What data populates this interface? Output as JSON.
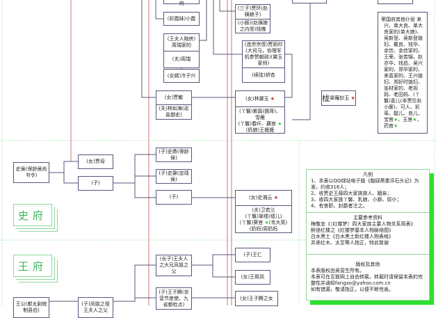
{
  "colors": {
    "pink_line": "#e0a0a8",
    "connector": "#55557a",
    "green": "#2ee02e",
    "star_red": "#c0302a",
    "star_green": "#33cc33"
  },
  "jia": {
    "top_partial": "(凡母)吉忍娘何",
    "caixia": "(彩霞妹)小霞",
    "zhourui_wife": "(王夫人陪房)周瑞家的",
    "zhourui": "(夫)周瑞",
    "leng": "(女婿)冷子兴",
    "jiamin": "(女)贾敏",
    "linruhai": "(夫)林如海(巡盐御史)",
    "jiahuan": "(三子)贾环(赵姨娘子)",
    "qianhuai": "(小厮)(赵姨娘之内侄)钱槐",
    "yucun": "(连宗宗侄)贾雨村(大司马，协理军机参赞朝政)(黛玉家师)",
    "jiaoxing": "(续弦)娇杏",
    "daiyu": "(女)林黛玉",
    "daiyu_servants_1": "(丫鬟)紫鹃(鹦哥)、雪雁",
    "daiyu_servants_2": "(丫鬟)春纤、藕官",
    "daiyu_servants_3": "(奶娘)王嬷嬷",
    "miaoyu_a": "栊",
    "miaoyu_b": "翠庵妙玉",
    "misc_title": "荣国府其他仆役",
    "misc_text": "来兴、单大良、单大良家的(单大娘)、吴新登、吴新登媳妇、戴良、钱华、余信、余信家的、王荣、张若锦、赵亦华、钱启、吴兴家的、郑华家的、来喜家的、王兴媳妇、郑好时媳妇、张材家的、老祝妈、老田妈、(丫鬟)喜儿(非贾珍处小厮)、可人、彩鸾、靛儿、良儿、",
    "misc_gs1": "宝官",
    "misc_gs2": "玉官",
    "misc_gs3": "药官"
  },
  "shi": {
    "card": "史府",
    "shihou": "史侯(保龄侯尚书令)",
    "jiamu": "(女)贾母",
    "son": "(子)",
    "shiding": "(子)史鼎(保龄侯)",
    "shinai": "(子)史鼐(忠靖侯)",
    "son2": "(子)",
    "xiangyun": "(女)史湘云",
    "xy_1": "(夫)卫若兰",
    "xy_2": "(丫鬟)翠缕(缕儿)",
    "xy_3a": "(丫鬟)葵官",
    "xy_3b": "(韦大英)",
    "xy_4": "(奶妈)周奶妈"
  },
  "wang": {
    "card": "王府",
    "wanggong": "王公(都太尉统制县伯)",
    "fengzu": "(子)凤姐之祖王夫人之父",
    "dabrother": "(长子)王夫人之大兄凤姐之父",
    "ziteng": "(子)王子腾(京营节度使、九省都检点)",
    "wangren": "(子)王仁",
    "xifeng": "(女)王熙凤",
    "ziteng_daughter": "(女)王子腾之女"
  },
  "notes": {
    "legend_title": "凡例",
    "legend": [
      "1、本表以QQ绿站电子版《脂砚斋重评石头记》为准，约收316人；",
      "2、收贾史王薛四大家族族人、姻亲；",
      "3、收四大家族丫鬟、乳娘、小厮、奴仆；",
      "4、有官职、封爵者注之。"
    ],
    "ref_title": "主要参考资料",
    "refs": [
      "梅敬忠《（红楼梦）四大家族主要人物关系简表》",
      "醉迷红楼之《红楼梦基本人物脉络图》",
      "白水黑土《白水黑土新红楼人物表格》",
      "并承红木、太至等人指正，特此致谢"
    ],
    "copy_title": "版权及其他",
    "copy": [
      "本表版权由吴营生所有。",
      "本表可在互联网上自由转载，转载时请保留本表的完整性并通知fangxo@yahoo.com.cn",
      "如有错漏，敬请指正，以便不断完善。"
    ]
  }
}
